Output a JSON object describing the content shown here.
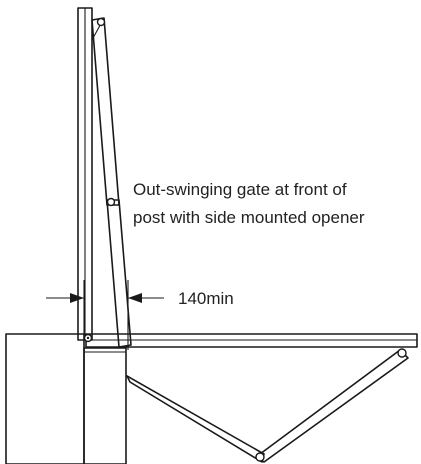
{
  "annotation": {
    "line1": "Out-swinging gate at front of",
    "line2": "post with side mounted opener"
  },
  "dimension": {
    "label": "140min"
  },
  "colors": {
    "stroke": "#1a1a1a",
    "background": "#ffffff"
  }
}
